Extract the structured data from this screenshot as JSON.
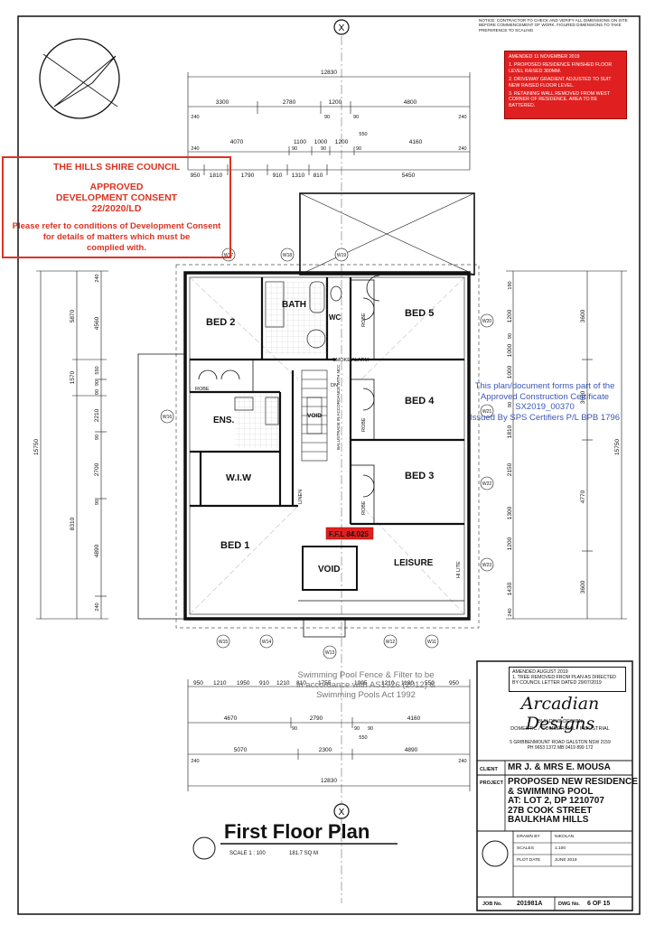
{
  "notice": {
    "text": "NOTICE: CONTRACTOR TO CHECK AND VERIFY ALL DIMENSIONS ON SITE BEFORE COMMENCEMENT OF WORK. FIGURED DIMENSIONS TO TAKE PREFERENCE TO SCALING"
  },
  "amendments_red": {
    "title": "AMENDED 11 NOVEMBER 2019",
    "items": [
      "1. PROPOSED RESIDENCE FINISHED FLOOR LEVEL RAISED 300MM.",
      "2. DRIVEWAY GRADIENT ADJUSTED TO SUIT NEW RAISED FLOOR LEVEL.",
      "3. RETAINING WALL REMOVED FROM WEST CORNER OF RESIDENCE. AREA TO BE BATTERED."
    ]
  },
  "council_stamp": {
    "line1": "THE HILLS SHIRE COUNCIL",
    "line2": "APPROVED",
    "line3": "DEVELOPMENT CONSENT",
    "line4": "22/2020/LD",
    "line5": "Please refer to conditions of Development Consent",
    "line6": "for details of matters which must be",
    "line7": "complied with."
  },
  "certifier_stamp": {
    "line1": "This plan/document forms part of the",
    "line2": "Approved Construction Certificate",
    "line3": "SX2019_00370",
    "line4": "Issued By SPS Certifiers P/L BPB 1796"
  },
  "dims_top": {
    "overall": "12830",
    "row1": [
      "3300",
      "2780",
      "1200",
      "4800"
    ],
    "row1_small": [
      "240",
      "90",
      "90",
      "240"
    ],
    "mid550": "550",
    "row2": [
      "4070",
      "1100",
      "1000",
      "1200",
      "4160"
    ],
    "row2_small": [
      "240",
      "90",
      "90",
      "90",
      "240"
    ],
    "row3": [
      "950",
      "1810",
      "1790",
      "910",
      "1310",
      "810",
      "5450"
    ]
  },
  "dims_left": {
    "overall": "15750",
    "outer": [
      "5870",
      "1570",
      "8310"
    ],
    "inner": [
      "240",
      "4560",
      "550",
      "90",
      "90",
      "2210",
      "90",
      "2700",
      "90",
      "4890",
      "240"
    ]
  },
  "dims_right": {
    "overall": "15750",
    "outer": [
      "3600",
      "3600",
      "4770",
      "3600"
    ],
    "inner": [
      "190",
      "1200",
      "90",
      "1000",
      "1000",
      "90",
      "1810",
      "2150",
      "1300",
      "1200",
      "1430",
      "240"
    ]
  },
  "dims_bottom": {
    "row1": [
      "950",
      "1210",
      "1950",
      "910",
      "1210",
      "810",
      "1755",
      "1095",
      "1210",
      "1180",
      "550",
      "950"
    ],
    "row2": [
      "4670",
      "2790",
      "4160"
    ],
    "row2_small": [
      "90",
      "90",
      "90"
    ],
    "mid550": "550",
    "row3": [
      "5070",
      "2300",
      "4890"
    ],
    "row3_small": [
      "240",
      "240"
    ],
    "overall": "12830"
  },
  "rooms": {
    "bed2": "BED 2",
    "bath": "BATH",
    "wc": "WC",
    "bed5": "BED 5",
    "bed4": "BED 4",
    "bed3": "BED 3",
    "ens": "ENS.",
    "wiw": "W.I.W",
    "bed1": "BED 1",
    "void1": "VOID",
    "void2": "VOID",
    "leisure": "LEISURE",
    "robe": "ROBE",
    "linen": "LINEN",
    "dn": "DN",
    "smoke": "SMOKE ALARM",
    "balust": "BALUSTRADE IN ACCORDANCE WITH NCC",
    "hlite": "HI LITE",
    "ffl": "F.F.L 84.025"
  },
  "window_tags": [
    "W18",
    "W19",
    "W17",
    "W16",
    "W20",
    "W21",
    "W22",
    "W23",
    "W15",
    "W14",
    "W13",
    "W12",
    "W11"
  ],
  "pool_note": {
    "line1": "Swimming Pool Fence & Filter to be",
    "line2": "in accordance with AS1926 (2012) &",
    "line3": "Swimming Pools Act 1992"
  },
  "amendments_black": {
    "title": "AMENDED AUGUST 2019",
    "text": "1. TREE REMOVED FROM PLAN AS DIRECTED BY COUNCIL LETTER DATED 29/07/2019"
  },
  "firm": {
    "name": "Arcadian Designs",
    "line1": "BUILDING DESIGN",
    "line2": "DOMESTIC / COMMERCIAL / INDUSTRIAL",
    "address": "5 GRIBBENMOUNT ROAD GALSTON NSW 2159",
    "phone": "PH 9653 1372   MB 0419 899 172"
  },
  "title_block": {
    "client_label": "CLIENT",
    "client": "MR J. & MRS E. MOUSA",
    "project_label": "PROJECT",
    "project_lines": [
      "PROPOSED NEW RESIDENCE",
      "& SWIMMING POOL",
      "AT: LOT 2, DP 1210707",
      "27B COOK STREET",
      "BAULKHAM HILLS"
    ],
    "drawn_label": "DRAWN BY",
    "drawn": "NIKOLAN",
    "scales_label": "SCALES",
    "scales": "1:100",
    "plot_label": "PLOT DATE",
    "plot": "JUNE 2019",
    "job_label": "JOB No.",
    "job": "201981A",
    "dwg_label": "DWG No.",
    "dwg": "6 OF 15"
  },
  "plan_title": "First Floor Plan",
  "scale_text": "SCALE 1 : 100",
  "area_text": "181.7 SQ M",
  "north_letter": "X"
}
